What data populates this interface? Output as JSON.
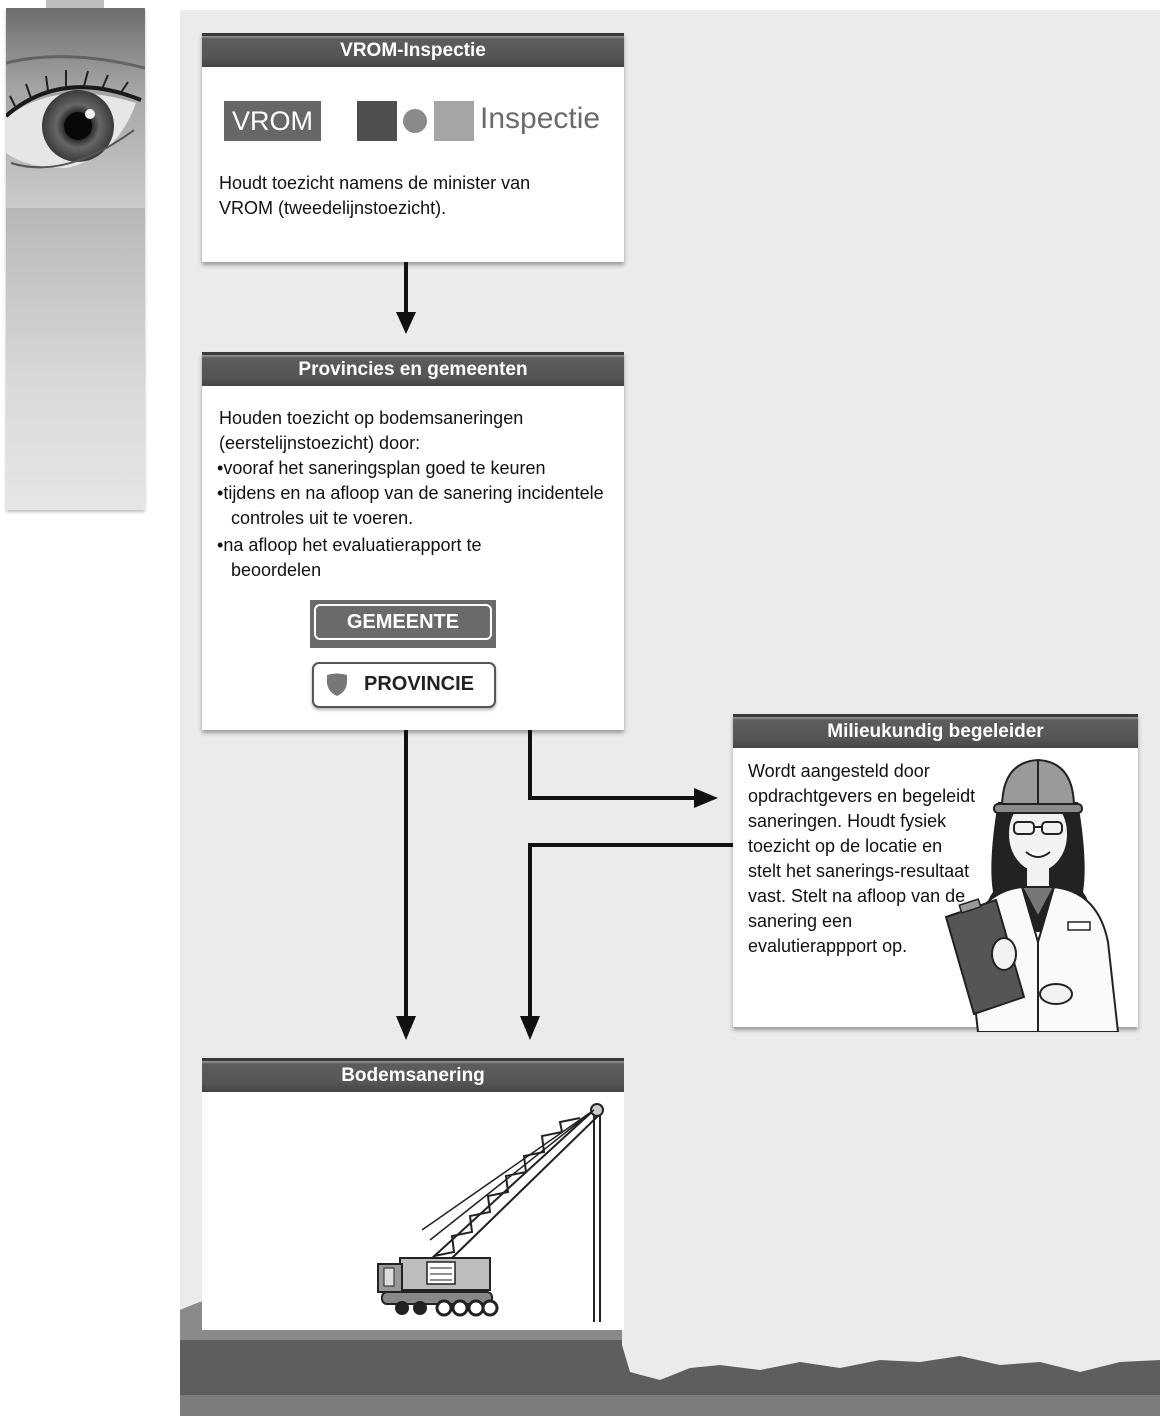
{
  "boxes": {
    "vrom": {
      "title": "VROM-Inspectie",
      "logo_left": "VROM",
      "logo_right": "Inspectie",
      "description": "Houdt toezicht namens de minister van VROM (tweedelijnstoezicht)."
    },
    "provincies": {
      "title": "Provincies en gemeenten",
      "intro": "Houden toezicht op bodemsaneringen (eerstelijnstoezicht) door:",
      "bullets": [
        "vooraf het saneringsplan goed te keuren",
        "tijdens en na afloop van de sanering incidentele controles uit te voeren.",
        "na afloop het evaluatierapport te beoordelen"
      ],
      "badge_gemeente": "GEMEENTE",
      "badge_provincie": "PROVINCIE"
    },
    "milieukundig": {
      "title": "Milieukundig begeleider",
      "description": "Wordt aangesteld door opdrachtgevers en begeleidt saneringen. Houdt fysiek toezicht op de locatie en stelt het sanerings-resultaat vast. Stelt na afloop van de sanering een evalutierappport op."
    },
    "bodemsanering": {
      "title": "Bodemsanering"
    }
  },
  "colors": {
    "header": "#555555",
    "background_panel": "#ebebeb",
    "ground": "#5e5e5e"
  },
  "icons": [
    "eye-image",
    "crane-illustration",
    "inspector-woman-illustration",
    "shield-icon"
  ]
}
